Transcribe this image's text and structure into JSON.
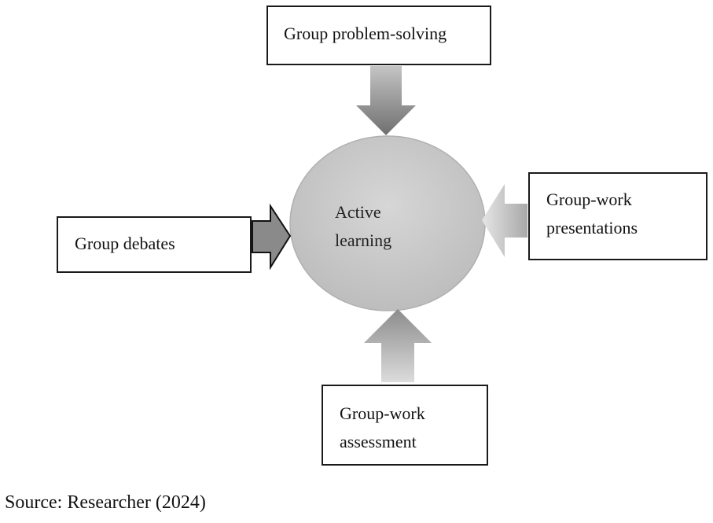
{
  "center": {
    "line1": "Active",
    "line2": "learning"
  },
  "nodes": {
    "top": {
      "line1": "Group problem-solving"
    },
    "left": {
      "line1": "Group debates"
    },
    "right": {
      "line1": "Group-work",
      "line2": "presentations"
    },
    "bottom": {
      "line1": "Group-work",
      "line2": "assessment"
    }
  },
  "caption": "Source: Researcher (2024)",
  "colors": {
    "ellipse_light": "#d4d4d4",
    "ellipse_dark": "#bcbcbc",
    "arrow_light": "#cfcfcf",
    "arrow_dark": "#7a7a7a",
    "arrow_left_fill": "#8a8a8a",
    "box_border": "#1a1a1a"
  }
}
